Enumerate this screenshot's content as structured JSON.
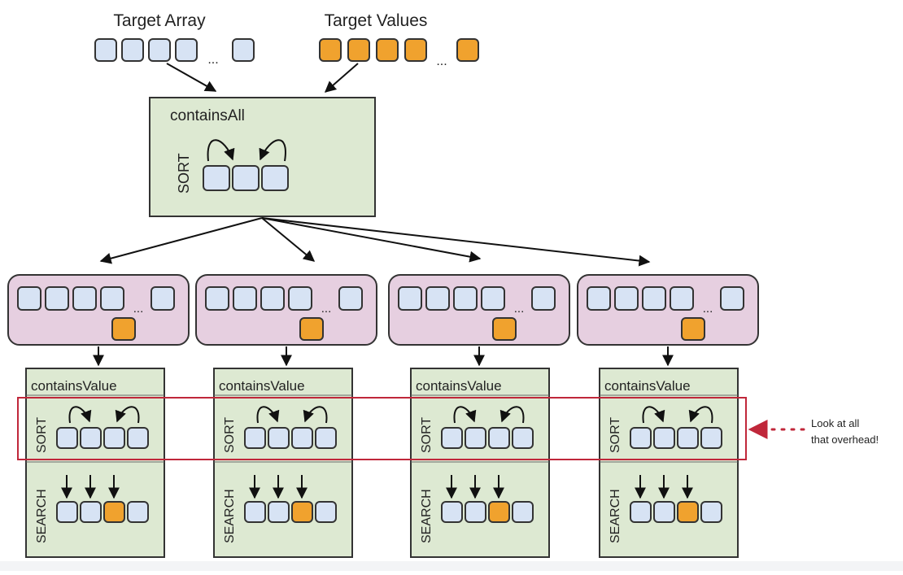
{
  "inputs": {
    "target_array_label": "Target Array",
    "target_values_label": "Target Values",
    "ellipsis": "..."
  },
  "contains_all": {
    "title": "containsAll",
    "sort_label": "SORT"
  },
  "workers": [
    {
      "title": "containsValue",
      "sort_label": "SORT",
      "search_label": "SEARCH",
      "ellipsis": "..."
    },
    {
      "title": "containsValue",
      "sort_label": "SORT",
      "search_label": "SEARCH",
      "ellipsis": "..."
    },
    {
      "title": "containsValue",
      "sort_label": "SORT",
      "search_label": "SEARCH",
      "ellipsis": "..."
    },
    {
      "title": "containsValue",
      "sort_label": "SORT",
      "search_label": "SEARCH",
      "ellipsis": "..."
    }
  ],
  "annotation": {
    "line1": "Look at all",
    "line2": "that overhead!"
  },
  "colors": {
    "array_cell": "#d7e3f4",
    "value_cell": "#f0a22e",
    "green_box": "#dde9d2",
    "pink_box": "#e6cfe0",
    "highlight": "#c0273a"
  }
}
